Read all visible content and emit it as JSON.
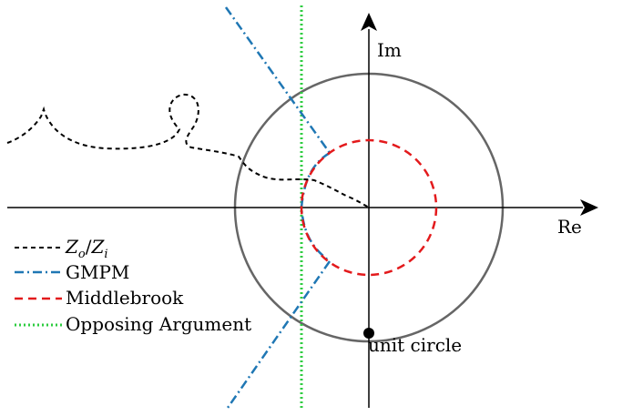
{
  "axes": {
    "real_label": "Re",
    "imag_label": "Im"
  },
  "annotations": {
    "unit_circle_label": "unit circle"
  },
  "legend": {
    "items": [
      {
        "key": "zo_zi",
        "label_parts": [
          "Z",
          "o",
          "/",
          "Z",
          "i"
        ],
        "color": "#000000",
        "style": "dashed"
      },
      {
        "key": "gmpm",
        "label": "GMPM",
        "color": "#1f77b4",
        "style": "dash-dot"
      },
      {
        "key": "middlebrook",
        "label": "Middlebrook",
        "color": "#e31a1c",
        "style": "dashed"
      },
      {
        "key": "opposing",
        "label": "Opposing Argument",
        "color": "#2ecc40",
        "style": "dotted"
      }
    ]
  },
  "colors": {
    "unit_circle": "#666666",
    "axis": "#000000",
    "zo_zi_curve": "#000000",
    "gmpm": "#1f77b4",
    "middlebrook": "#e31a1c",
    "opposing": "#2ecc40"
  }
}
